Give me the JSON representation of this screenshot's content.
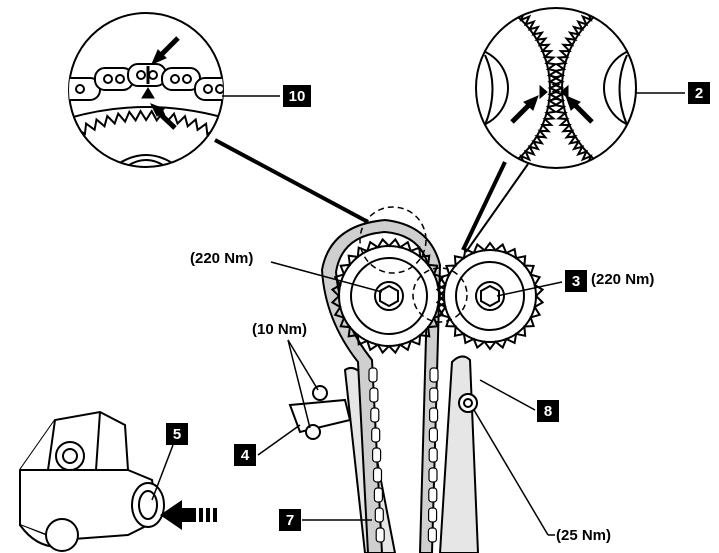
{
  "callouts": [
    {
      "id": "10",
      "torque": ""
    },
    {
      "id": "2",
      "torque": ""
    },
    {
      "id": "3",
      "torque": "(220 Nm)"
    },
    {
      "id": "4",
      "torque": ""
    },
    {
      "id": "5",
      "torque": ""
    },
    {
      "id": "7",
      "torque": ""
    },
    {
      "id": "8",
      "torque": ""
    }
  ],
  "torque_labels": {
    "crank_sprocket_left": "(220 Nm)",
    "tensioner_bolts": "(10 Nm)",
    "guide_bolt": "(25 Nm)"
  },
  "colors": {
    "ink": "#000000",
    "guide_fill": "#e6e6e6",
    "chain_link": "#cfcfcf"
  }
}
